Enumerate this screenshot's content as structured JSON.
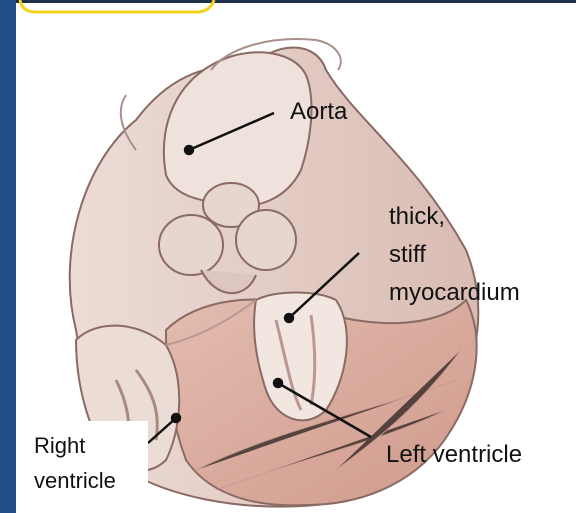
{
  "labels": {
    "aorta": "Aorta",
    "myocardium_line1": "thick,",
    "myocardium_line2": "stiff",
    "myocardium_line3": "myocardium",
    "left_ventricle": "Left ventricle",
    "right_ventricle_line1": "Right",
    "right_ventricle_line2": "ventricle"
  },
  "colors": {
    "side_bar": "#1f4f86",
    "accent": "#f2d21a",
    "tissue": "#e8d2cc",
    "tissue_shadow": "#b99890",
    "muscle": "#d8a89a",
    "outline": "#8a6a64",
    "pointer": "#111111"
  }
}
